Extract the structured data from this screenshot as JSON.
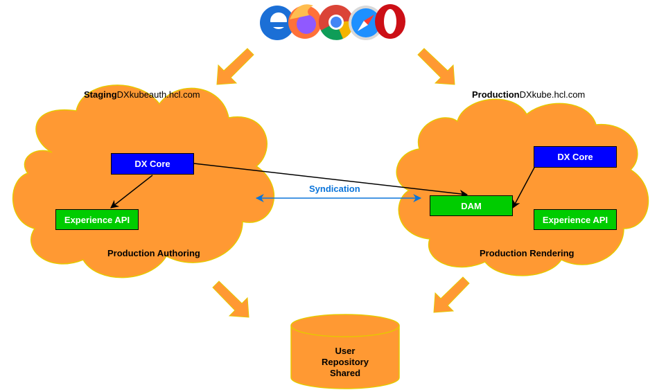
{
  "browsers": {
    "icons": [
      "edge-icon",
      "firefox-icon",
      "chrome-icon",
      "safari-icon",
      "opera-icon"
    ]
  },
  "staging": {
    "bold": "Staging",
    "host": "DXkubeauth.hcl.com"
  },
  "production": {
    "bold": "Production",
    "host": "DXkube.hcl.com"
  },
  "authoring": {
    "core_label": "DX Core",
    "api_label": "Experience API",
    "cloud_label": "Production Authoring"
  },
  "rendering": {
    "core_label": "DX Core",
    "dam_label": "DAM",
    "api_label": "Experience API",
    "cloud_label": "Production Rendering"
  },
  "syndication_label": "Syndication",
  "repository": {
    "line1": "User",
    "line2": "Repository",
    "line3": "Shared"
  },
  "colors": {
    "cloud": "#ff9933",
    "cloud_stroke": "#e6c800",
    "core": "#0000ff",
    "api": "#00cc00",
    "arrow_fill": "#ff9933",
    "arrow_stroke": "#e6c800",
    "syndication": "#0a74da"
  }
}
